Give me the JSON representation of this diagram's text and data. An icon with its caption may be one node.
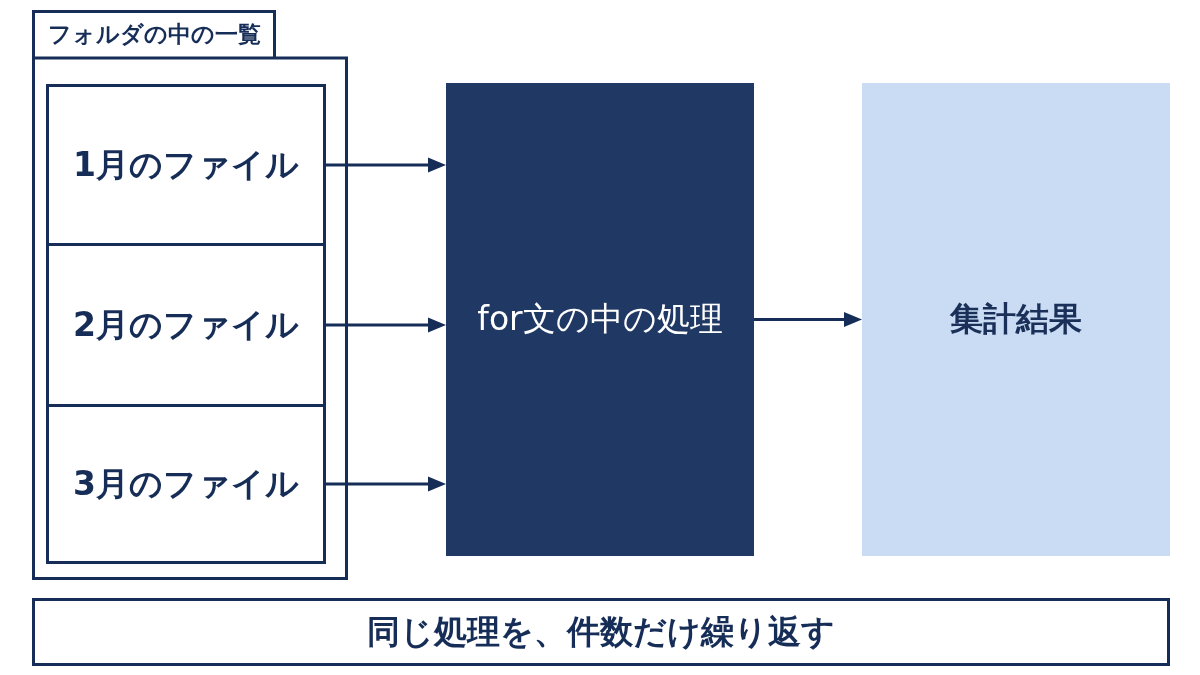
{
  "diagram": {
    "nodes": [
      {
        "text": [
          "フォルダの中の一覧"
        ]
      },
      {
        "text": [
          "1月のファイル"
        ],
        "in": 0
      },
      {
        "text": [
          "2月のファイル"
        ],
        "in": 0
      },
      {
        "text": [
          "3月のファイル"
        ],
        "in": 0
      },
      {
        "text": [
          "for文の中の処理"
        ]
      },
      {
        "text": [
          "集計結果"
        ]
      },
      {
        "text": [
          "同じ処理を、件数だけ繰り返す"
        ]
      }
    ],
    "edges": [
      {
        "from": 1,
        "to": 4,
        "arrow": "to"
      },
      {
        "from": 2,
        "to": 4,
        "arrow": "to"
      },
      {
        "from": 3,
        "to": 4,
        "arrow": "to"
      },
      {
        "from": 4,
        "to": 5,
        "arrow": "to"
      }
    ]
  }
}
